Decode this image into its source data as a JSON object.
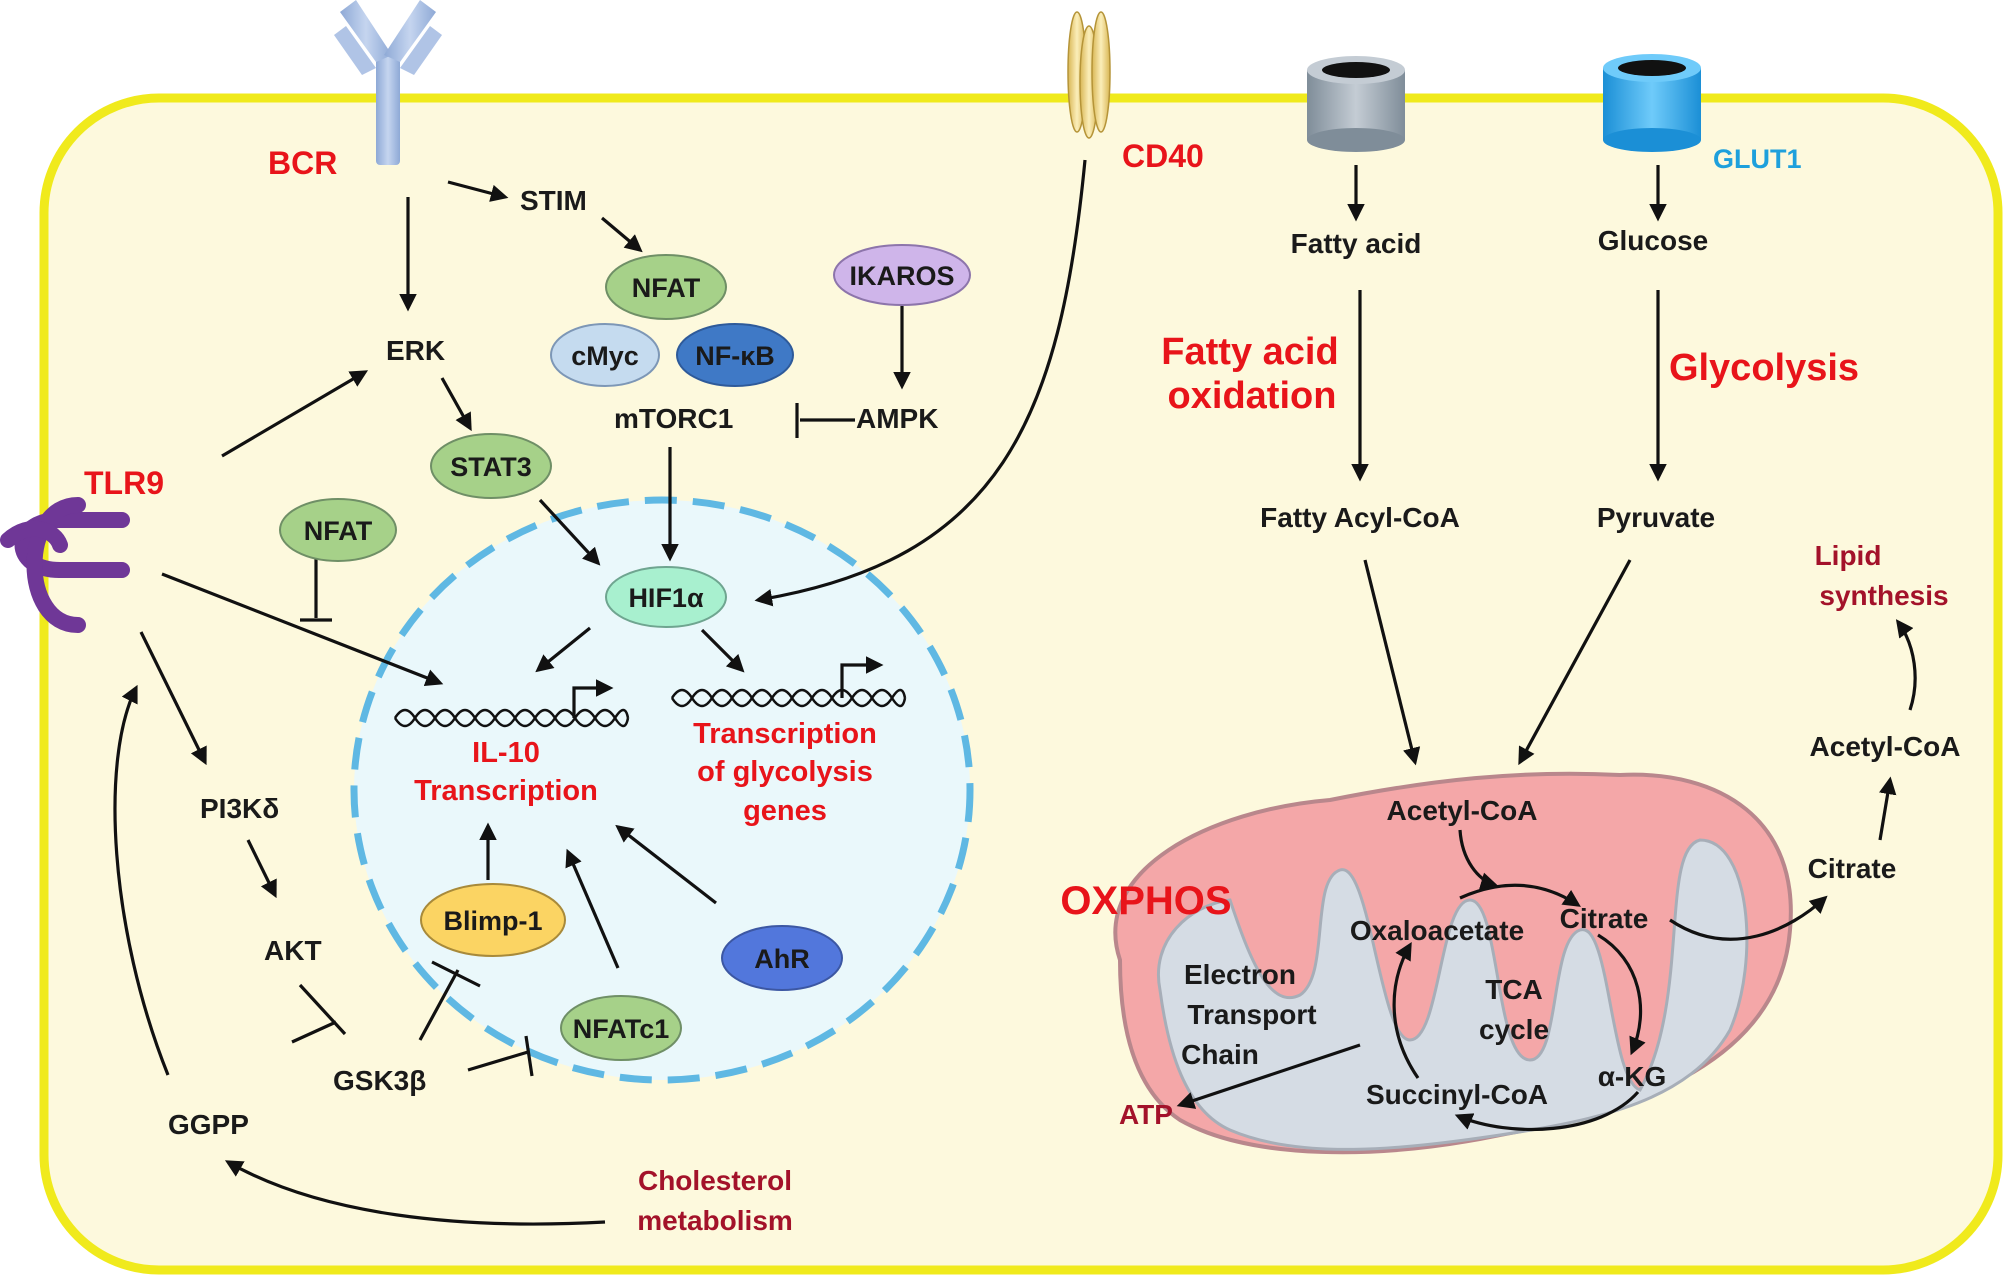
{
  "colors": {
    "cell_fill": "#fdf9dd",
    "cell_border": "#f0ea1c",
    "nucleus_fill": "#eaf8fb",
    "nucleus_border": "#5fb8e3",
    "mito_outer": "#f4a7a8",
    "mito_inner": "#d5dce4",
    "receptor_bcr": "#aac1e3",
    "receptor_tlr9": "#6f3797",
    "receptor_cd40": "#f3d88a",
    "transporter_fa": "#a9b4bf",
    "transporter_glut1": "#3aaef0",
    "red_label": "#e8141a",
    "dark_red_label": "#a3122a",
    "glut1_label": "#1ea0dc"
  },
  "receptors": {
    "bcr": "BCR",
    "tlr9": "TLR9",
    "cd40": "CD40",
    "glut1": "GLUT1"
  },
  "signaling": {
    "stim": "STIM",
    "erk": "ERK",
    "mtorc1": "mTORC1",
    "ampk": "AMPK",
    "pi3k": "PI3Kδ",
    "akt": "AKT",
    "gsk3b": "GSK3β",
    "ggpp": "GGPP"
  },
  "factors": {
    "nfat_top": "NFAT",
    "cmyc": "cMyc",
    "nfkb": "NF-κB",
    "ikaros": "IKAROS",
    "stat3": "STAT3",
    "nfat_left": "NFAT",
    "hif1a": "HIF1α",
    "blimp1": "Blimp-1",
    "nfatc1": "NFATc1",
    "ahr": "AhR"
  },
  "nucleus": {
    "il10_line1": "IL-10",
    "il10_line2": "Transcription",
    "glyco_line1": "Transcription",
    "glyco_line2": "of glycolysis",
    "glyco_line3": "genes"
  },
  "cholesterol": {
    "line1": "Cholesterol",
    "line2": "metabolism"
  },
  "metabolism": {
    "fatty_acid": "Fatty acid",
    "glucose": "Glucose",
    "fao_line1": "Fatty acid",
    "fao_line2": "oxidation",
    "glycolysis": "Glycolysis",
    "fatty_acyl_coa": "Fatty Acyl-CoA",
    "pyruvate": "Pyruvate",
    "lipid_line1": "Lipid",
    "lipid_line2": "synthesis",
    "acetyl_coa_right": "Acetyl-CoA",
    "citrate_right": "Citrate"
  },
  "mitochondria": {
    "oxphos": "OXPHOS",
    "acetyl_coa": "Acetyl-CoA",
    "oxaloacetate": "Oxaloacetate",
    "citrate": "Citrate",
    "etc_line1": "Electron",
    "etc_line2": "Transport",
    "etc_line3": "Chain",
    "tca_line1": "TCA",
    "tca_line2": "cycle",
    "atp": "ATP",
    "succinyl_coa": "Succinyl-CoA",
    "akg": "α-KG"
  }
}
